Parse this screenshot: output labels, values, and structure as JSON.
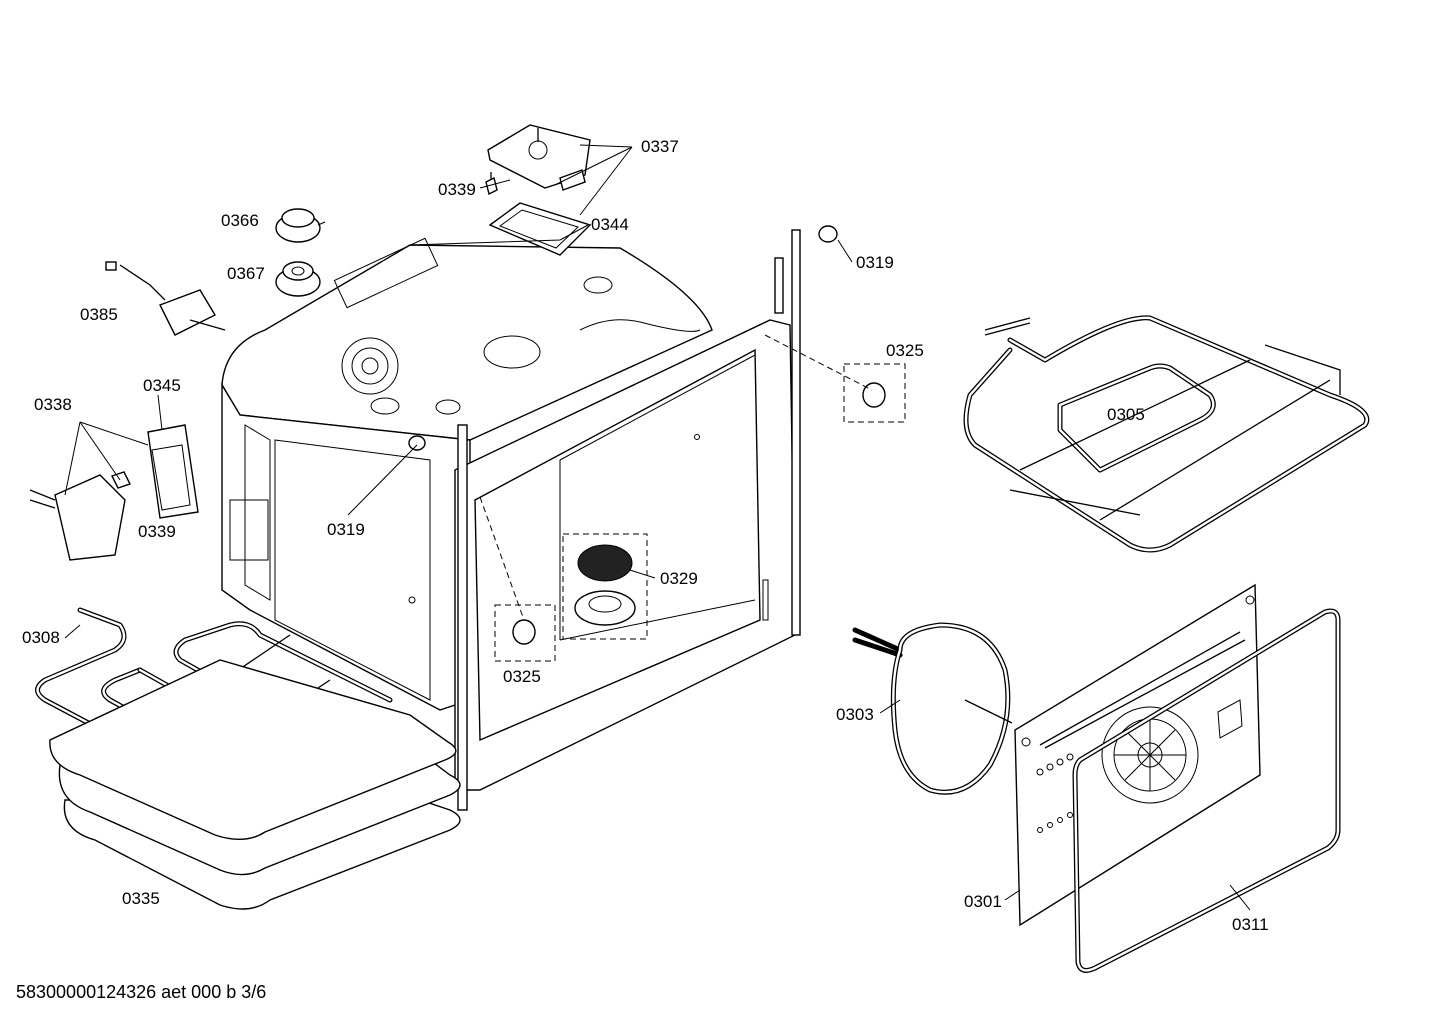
{
  "labels": {
    "p0337": "0337",
    "p0339_top": "0339",
    "p0344": "0344",
    "p0366": "0366",
    "p0367": "0367",
    "p0319_right": "0319",
    "p0385": "0385",
    "p0325_right": "0325",
    "p0305": "0305",
    "p0345": "0345",
    "p0338": "0338",
    "p0339_left": "0339",
    "p0319_mid": "0319",
    "p0329": "0329",
    "p0325_mid": "0325",
    "p0308": "0308",
    "p0303": "0303",
    "p0335": "0335",
    "p0301": "0301",
    "p0311": "0311"
  },
  "footer": {
    "doc_ref": "58300000124326 aet 000 b 3/6"
  }
}
